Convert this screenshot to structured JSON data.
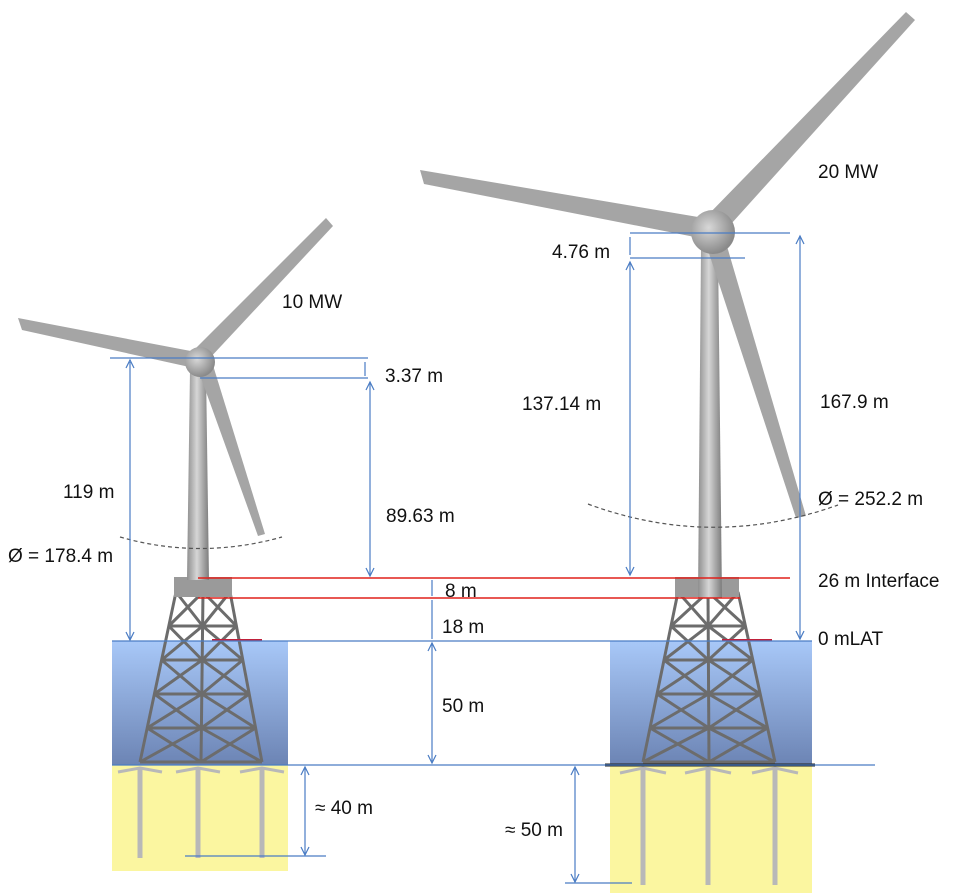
{
  "turbine_10mw": {
    "rating": "10 MW",
    "hub_height": "119 m",
    "hub_offset": "3.37 m",
    "tower_length": "89.63 m",
    "rotor_diameter": "Ø = 178.4 m",
    "seabed_depth": "≈ 40 m"
  },
  "turbine_20mw": {
    "rating": "20 MW",
    "hub_offset": "4.76 m",
    "tower_length": "137.14 m",
    "hub_height": "167.9 m",
    "rotor_diameter": "Ø = 252.2 m",
    "seabed_depth": "≈ 50 m"
  },
  "levels": {
    "transition_piece": "8 m",
    "interface_gap": "18 m",
    "interface": "26 m Interface",
    "water_depth": "50 m",
    "lat": "0 mLAT"
  },
  "colors": {
    "water_top": "#a8c8f8",
    "water_bottom": "#6f88b8",
    "soil": "#fbf6a0",
    "dimension_line": "#4a7cc4",
    "interface_line": "#e0201a",
    "turbine": "#a6a6a6"
  }
}
